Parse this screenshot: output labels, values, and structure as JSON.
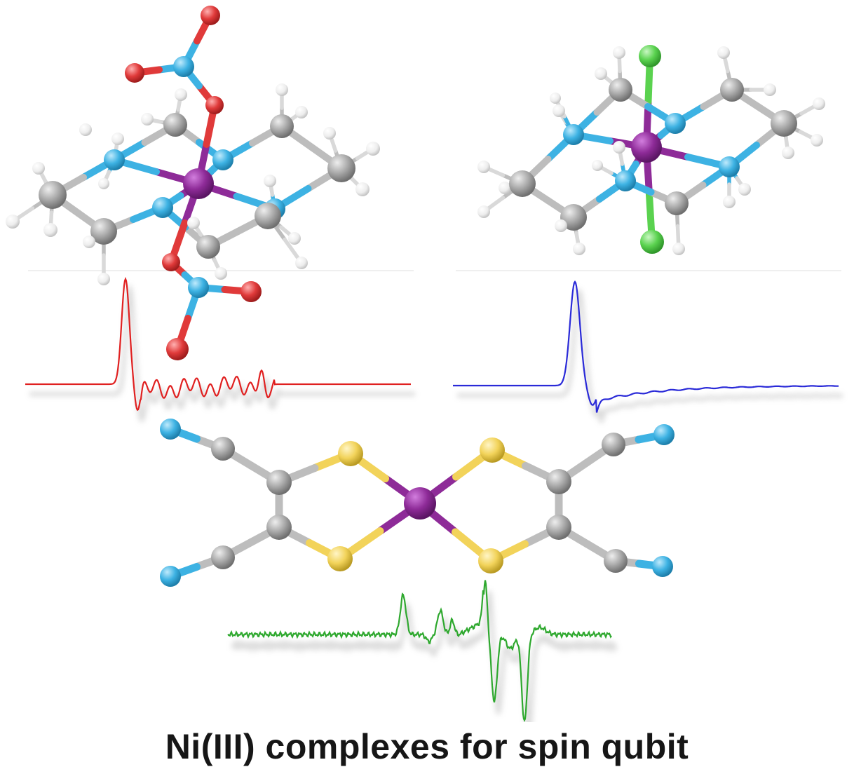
{
  "caption": "Ni(III) complexes for spin qubit",
  "colors": {
    "nickel": "#8e2b98",
    "nitrogen": "#3db2e3",
    "carbon": "#a9a9a9",
    "hydrogen": "#f2f2f2",
    "oxygen": "#e03a3a",
    "chlorine": "#5ad24f",
    "sulfur": "#f2d35a",
    "spectrum_nitrate": "#e02020",
    "spectrum_chloride": "#2a2ad8",
    "spectrum_dithiolene": "#2ea82e"
  },
  "molecules": [
    {
      "id": "ni-cyclam-nitrate",
      "axial_ligand": "oxygen"
    },
    {
      "id": "ni-cyclam-chloride",
      "axial_ligand": "chlorine"
    },
    {
      "id": "ni-dithiolene",
      "donor": "sulfur"
    }
  ],
  "spectra": [
    {
      "id": "nitrate",
      "color_key": "spectrum_nitrate"
    },
    {
      "id": "chloride",
      "color_key": "spectrum_chloride"
    },
    {
      "id": "dithiolene",
      "color_key": "spectrum_dithiolene"
    }
  ]
}
